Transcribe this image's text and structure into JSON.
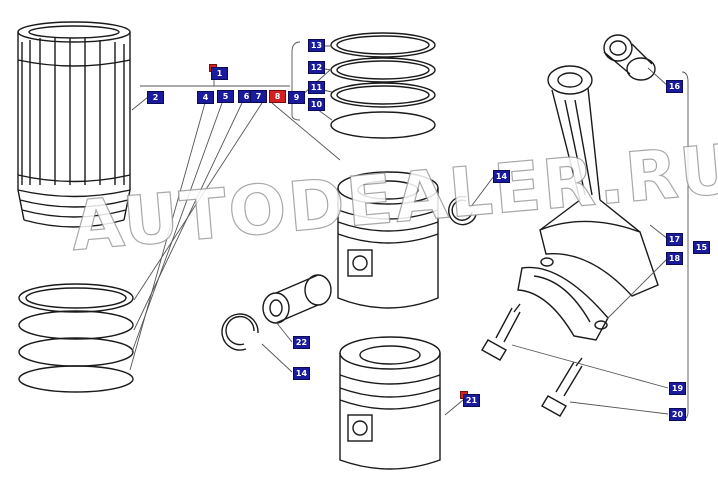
{
  "watermark": "AUTODEALER.RU",
  "colors": {
    "callout_fill": "#1a1a9c",
    "callout_active": "#d42020",
    "line_art": "#1a1a1a",
    "watermark_stroke": "#9a9a9a"
  },
  "callouts": {
    "c1": "1",
    "c2": "2",
    "c4": "4",
    "c5": "5",
    "c6": "6",
    "c7": "7",
    "c8": "8",
    "c9": "9",
    "c10": "10",
    "c11": "11",
    "c12": "12",
    "c13": "13",
    "c14a": "14",
    "c14b": "14",
    "c15": "15",
    "c16": "16",
    "c17": "17",
    "c18": "18",
    "c19": "19",
    "c20": "20",
    "c21": "21",
    "c22": "22"
  }
}
